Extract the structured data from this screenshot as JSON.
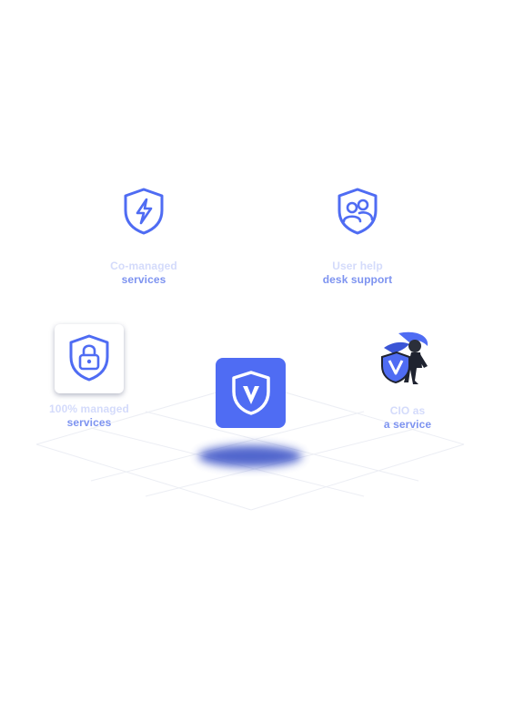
{
  "features": {
    "comanaged": {
      "line1": "Co-managed",
      "line2": "services",
      "icon": "shield-lightning-icon"
    },
    "helpdesk": {
      "line1": "User help",
      "line2": "desk support",
      "icon": "shield-users-icon"
    },
    "managed": {
      "line1": "100% managed",
      "line2": "services",
      "icon": "shield-lock-icon"
    },
    "cio": {
      "line1": "CIO as",
      "line2": "a service",
      "icon": "superhero-shield-icon"
    }
  },
  "logo": {
    "icon": "brand-shield-v-logo",
    "letter": "V"
  },
  "colors": {
    "accent": "#4f6cf3",
    "label_light": "#d4dbfb",
    "label_strong": "#7d93f0"
  }
}
